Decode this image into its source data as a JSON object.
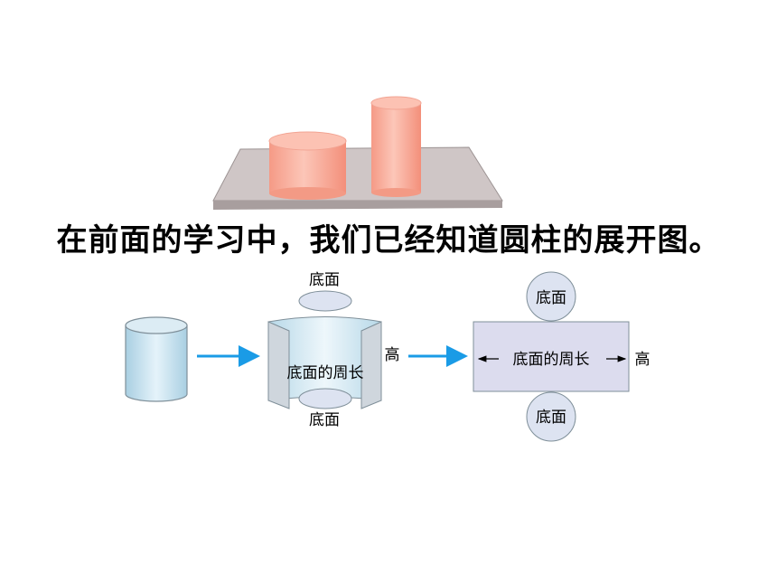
{
  "heading": "在前面的学习中，我们已经知道圆柱的展开图。",
  "diagram": {
    "partial_unroll": {
      "top_base_label": "底面",
      "bottom_base_label": "底面",
      "circumference_label": "底面的周长",
      "height_label": "高"
    },
    "net": {
      "top_circle_label": "底面",
      "bottom_circle_label": "底面",
      "rect_label": "底面的周长",
      "height_label": "高"
    }
  },
  "colors": {
    "cylinder_fill": "#c7e3f0",
    "arrow": "#1a9be6",
    "net_fill": "#dcdcee",
    "circle_fill": "#dde3f1",
    "photo_cylinder": "#f7a693",
    "photo_board": "#cfc6c6"
  }
}
